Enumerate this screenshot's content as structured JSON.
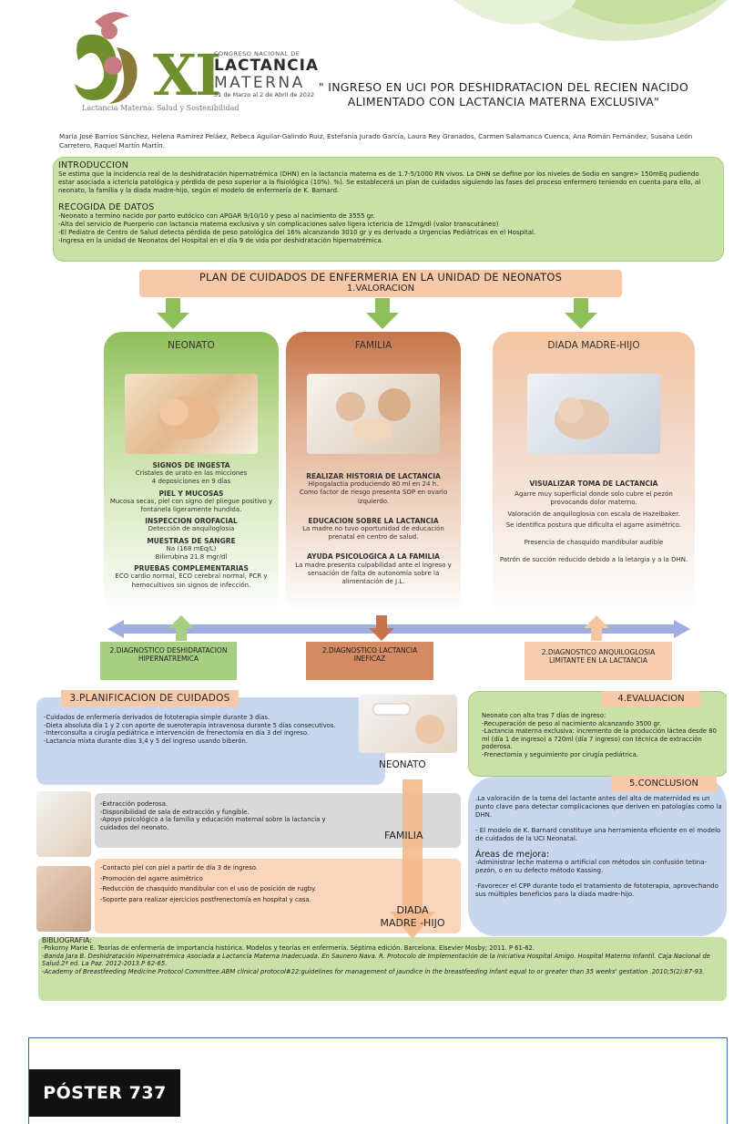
{
  "header": {
    "congreso_number": "XI",
    "congreso_small": "CONGRESO NACIONAL DE",
    "lactancia_line1": "LACTANCIA",
    "lactancia_line2": "MATERNA",
    "dates": "31 de Marzo al 2 de Abril de 2022",
    "tagline": "Lactancia Materna: Salud y Sostenibilidad",
    "title": "\" INGRESO EN UCI POR DESHIDRATACION DEL RECIEN NACIDO ALIMENTADO CON LACTANCIA MATERNA EXCLUSIVA\"",
    "authors": "María José Barrios Sánchez, Helena Ramírez Peláez, Rebeca Aguilar-Galindo Ruiz, Estefanía Jurado García, Laura Rey Granados, Carmen Salamanca Cuenca, Ana Román Fernández, Susana León Carretero, Raquel Martín  Martín."
  },
  "intro": {
    "heading": "INTRODUCCION",
    "text": "Se estima que la incidencia real de la deshidratación hipernatrémica (DHN) en la lactancia materna es de 1.7-5/1000 RN vivos. La DHN se define por los niveles de Sodio en sangre> 150mEq pudiendo estar asociada a ictericia patológica y pérdida de peso superior a la fisiológica (10%). %). Se establecerá un plan de cuidados siguiendo las fases del proceso enfermero teniendo en cuenta para ello, al neonato, la familia y la diada madre-hijo, según el modelo de enfermería de K. Barnard."
  },
  "recogida": {
    "heading": "RECOGIDA DE DATOS",
    "items": [
      "-Neonato a termino nacido por parto eutócico con APGAR 9/10/10 y peso al nacimiento de 3555 gr.",
      "-Alta del servicio de Puerperio con lactancia materna exclusiva y sin complicaciones salvo ligera ictericia de 12mg/dl (valor transcutáneo)",
      "-El Pediatra de Centro de Salud detecta pérdida de peso patológica del 16% alcanzando 3010 gr y es derivado a Urgencias Pediátricas en el Hospital.",
      "-Ingresa en la unidad de Neonatos del Hospital en el día 9 de vida por deshidratación hipernatrémica."
    ]
  },
  "plan": {
    "line1": "PLAN DE CUIDADOS DE ENFERMERIA EN LA UNIDAD DE NEONATOS",
    "line2": "1.VALORACION"
  },
  "colors": {
    "green": "#8fbf5a",
    "brown": "#c6754a",
    "peach": "#f5c6a0",
    "lavender": "#c9d2ee",
    "light_green": "#c9e1a6"
  },
  "columns": {
    "neonato": {
      "title": "NEONATO",
      "blocks": [
        {
          "h": "SIGNOS DE INGESTA",
          "t": [
            "Cristales de urato en las micciones",
            "4 deposiciones en 9 días"
          ]
        },
        {
          "h": "PIEL Y MUCOSAS",
          "t": [
            "Mucosa secas, piel con signo del pliegue positivo y fontanela ligeramente hundida."
          ]
        },
        {
          "h": "INSPECCION OROFACIAL",
          "t": [
            "Detección de anquiloglosia"
          ]
        },
        {
          "h": "MUESTRAS DE SANGRE",
          "t": [
            "Na (168 mEq/L)",
            "Bilirrubina 21.8 mgr/dl"
          ]
        },
        {
          "h": "PRUEBAS COMPLEMENTARIAS",
          "t": [
            "ECO cardio normal, ECO cerebral normal, PCR y hemocultivos sin signos de infección."
          ]
        }
      ]
    },
    "familia": {
      "title": "FAMILIA",
      "blocks": [
        {
          "h": "REALIZAR HISTORIA DE LACTANCIA",
          "t": [
            "Hipogalactia produciendo 80 ml en 24 h.",
            "Como factor de riesgo presenta SOP en ovario izquierdo."
          ]
        },
        {
          "h": "EDUCACION SOBRE LA LACTANCIA",
          "t": [
            "La madre no tuvo oportunidad de educación prenatal en centro de salud."
          ]
        },
        {
          "h": "AYUDA PSICOLOGICA A LA FAMILIA",
          "t": [
            "La madre presenta culpabilidad ante el ingreso y sensación de falta de autonomía sobre la alimentación de J.L."
          ]
        }
      ]
    },
    "diada": {
      "title": "DIADA MADRE-HIJO",
      "blocks": [
        {
          "h": "VISUALIZAR TOMA DE LACTANCIA",
          "t": [
            "Agarre muy superficial donde solo cubre el pezón provocando dolor materno.",
            "Valoración de anquiloglosia con escala de Hazelbaker.",
            "Se identifica postura que dificulta el agarre asimétrico.",
            "Presencia de chasquido mandibular audible",
            "Patrón de succión reducido debido a la letargia y a la DHN."
          ]
        }
      ]
    }
  },
  "diagnosticos": {
    "d1": "2.DIAGNOSTICO DESHIDRATACION HIPERNATREMICA",
    "d2": "2.DIAGNOSTICO LACTANCIA INEFICAZ",
    "d3": "2.DIAGNOSTICO ANQUILOGLOSIA LIMITANTE EN LA LACTANCIA"
  },
  "planificacion": {
    "title": "3.PLANIFICACION DE CUIDADOS",
    "neonato_label": "NEONATO",
    "neonato_items": [
      "-Cuidados de enfermería derivados de fototerapia simple durante 3 días.",
      "-Dieta absoluta día 1 y 2 con aporte de sueroterapia intravenosa durante 5 días consecutivos.",
      "-Interconsulta a cirugía pediátrica e intervención de frenectomía en día 3 del ingreso.",
      "-Lactancia mixta durante días 3,4 y 5 del ingreso usando biberón."
    ],
    "familia_label": "FAMILIA",
    "familia_items": [
      "-Extracción poderosa.",
      "-Disponibilidad de sala de extracción y fungible.",
      "-Apoyo psicológico a la familia y educación maternal sobre la lactancia y cuidados del neonato."
    ],
    "diada_label_1": "DIADA",
    "diada_label_2": "MADRE -HIJO",
    "diada_items": [
      "-Contacto piel con piel a partir de día 3 de ingreso.",
      "-Promoción del agarre asimétrico",
      "-Reducción de chasquido mandibular con el uso de posición de rugby.",
      "-Soporte para realizar ejercicios postfrenectomía en hospital y casa."
    ]
  },
  "evaluacion": {
    "title": "4.EVALUACION",
    "items": [
      "Neonato con alta tras 7 días de ingreso:",
      "-Recuperación de peso al nacimiento alcanzando 3500 gr.",
      "-Lactancia materna exclusiva: incremento de la producción láctea desde 80 ml (día 1 de ingreso) a 720ml (día 7 ingreso) con técnica de extracción poderosa.",
      "-Frenectomía y seguimiento por cirugía pediátrica."
    ]
  },
  "conclusion": {
    "title": "5.CONCLUSION",
    "p1": ".La valoración de la toma del lactante antes del alta de maternidad es un punto clave para detectar complicaciones que deriven en patologías como la DHN.",
    "p2": "- El modelo de K. Barnard constituye una herramienta eficiente en el modelo de cuidados de la UCI Neonatal.",
    "mejora_h": "Áreas de mejora:",
    "mejora_1": "-Administrar leche materna o artificial con métodos sin confusión tetina- pezón, o en su defecto método Kassing.",
    "mejora_2": "-Favorecer el CPP durante todo el tratamiento de fototerapia, aprovechando sus múltiples beneficios para la diada madre-hijo."
  },
  "bibliografia": {
    "heading": "BIBLIOGRAFIA:",
    "items": [
      "-Pokorny Marie E. Teorías de enfermería de importancia histórica. Modelos y teorías en enfermería. Séptima edición. Barcelona. Elsevier Mosby; 2011. P 61-62.",
      "-Banda Jara B. Deshidratación Hipernatrémica Asociada a Lactancia Materna Inadecuada. En Saunero Nava. R. Protocolo de Implementación de la Iniciativa Hospital Amigo. Hospital Materno Infantil. Caja Nacional de Salud.2ª ed. La Paz. 2012-2013.P 62-65.",
      "-Academy of Breastfeeding Medicine Protocol Committee.ABM clinical protocol#22:guidelines for management of jaundice in the breastfeeding infant equal to or greater than 35 weeks' gestation .2010;5(2):87-93."
    ]
  },
  "footer": {
    "badge": "PÓSTER 737"
  }
}
